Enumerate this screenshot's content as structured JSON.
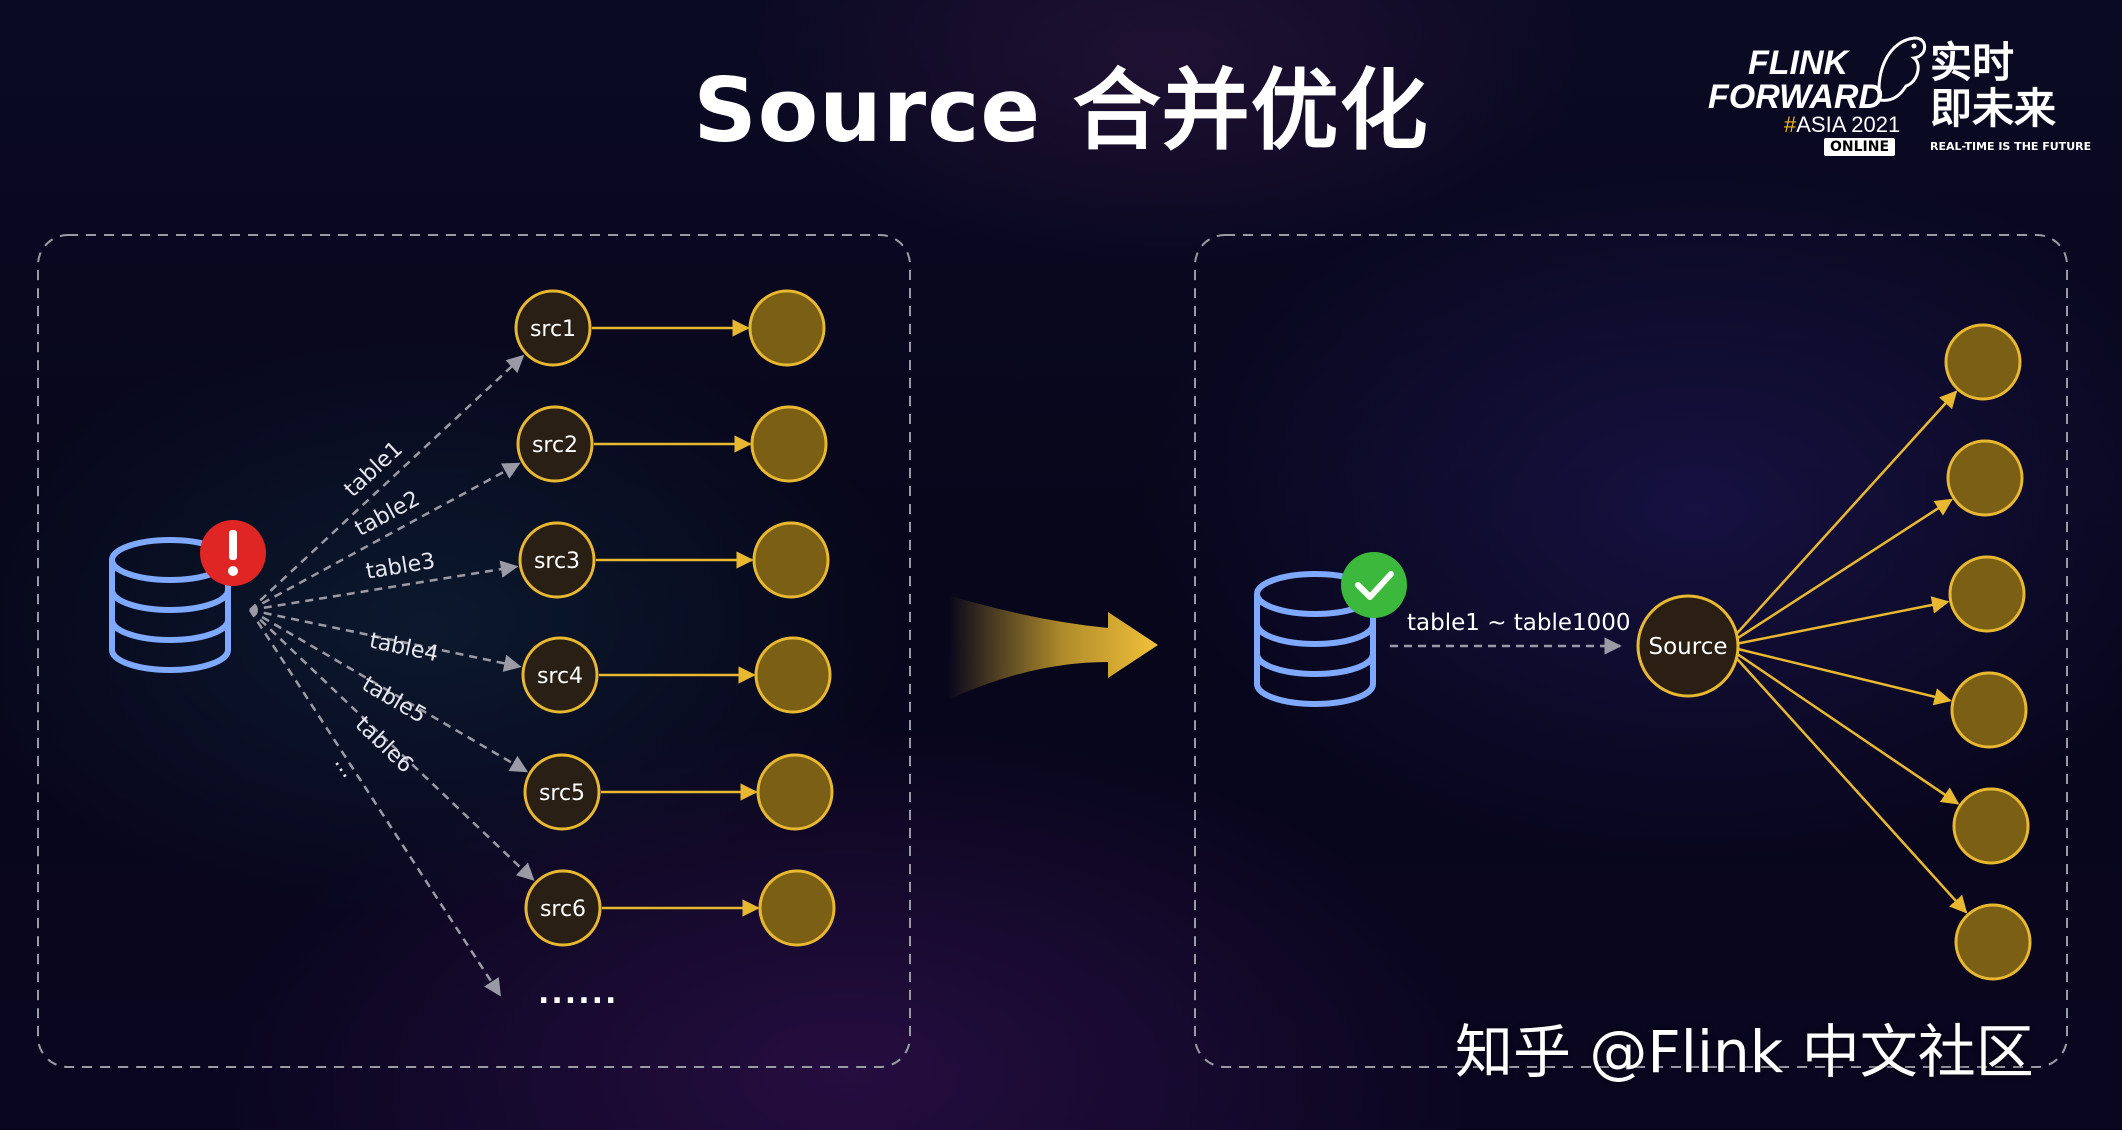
{
  "title": "Source 合并优化",
  "logo": {
    "line1": "FLINK",
    "line2": "FORWARD",
    "hash": "#",
    "asia": "ASIA 2021",
    "online": "ONLINE",
    "cn_line1": "实时",
    "cn_line2": "即未来",
    "tagline": "REAL-TIME IS THE FUTURE"
  },
  "left_panel": {
    "status_icon": "exclamation-icon",
    "sources": [
      "src1",
      "src2",
      "src3",
      "src4",
      "src5",
      "src6"
    ],
    "edge_labels": [
      "table1",
      "table2",
      "table3",
      "table4",
      "table5",
      "table6",
      "..."
    ],
    "ellipsis": "......"
  },
  "right_panel": {
    "status_icon": "check-icon",
    "edge_label": "table1 ~ table1000",
    "source_label": "Source",
    "sink_count": 6
  },
  "watermark": "知乎 @Flink 中文社区",
  "colors": {
    "node_fill": "#7a5f14",
    "node_stroke": "#e8b830",
    "edge_yellow": "#e8b830",
    "db_stroke": "#7fa8ff",
    "alert_red": "#e02525",
    "ok_green": "#3cb83c",
    "dashed_gray": "#9a9aa6"
  }
}
